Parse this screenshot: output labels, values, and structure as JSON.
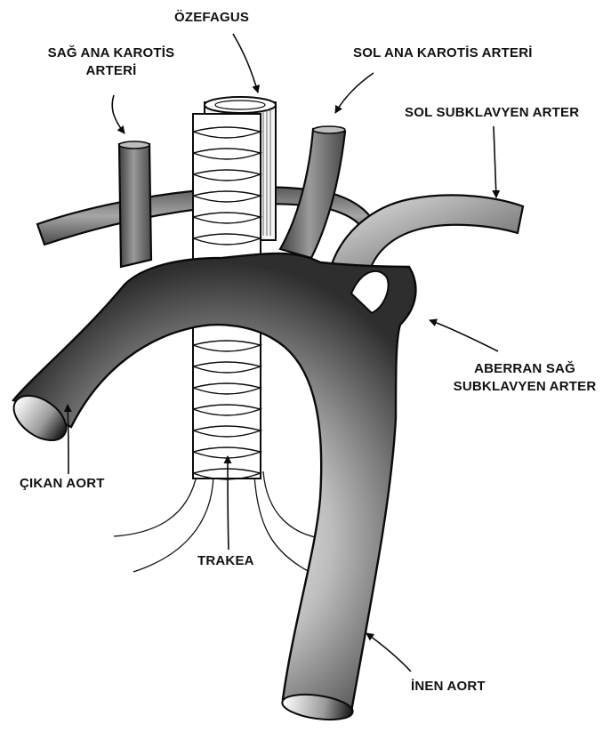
{
  "labels": {
    "ozefagus": "ÖZEFAGUS",
    "sag_karotis_line1": "SAĞ ANA KAROTİS",
    "sag_karotis_line2": "ARTERİ",
    "sol_karotis": "SOL ANA KAROTİS ARTERİ",
    "sol_subklavyen": "SOL SUBKLAVYEN ARTER",
    "aberran_line1": "ABERRAN SAĞ",
    "aberran_line2": "SUBKLAVYEN ARTER",
    "cikan_aort": "ÇIKAN AORT",
    "trakea": "TRAKEA",
    "inen_aort": "İNEN AORT"
  },
  "colors": {
    "outline": "#0a0a0a",
    "vessel_light": "#dedede",
    "vessel_mid": "#8e8e8e",
    "vessel_dark": "#3a3a3a",
    "background": "#ffffff"
  }
}
